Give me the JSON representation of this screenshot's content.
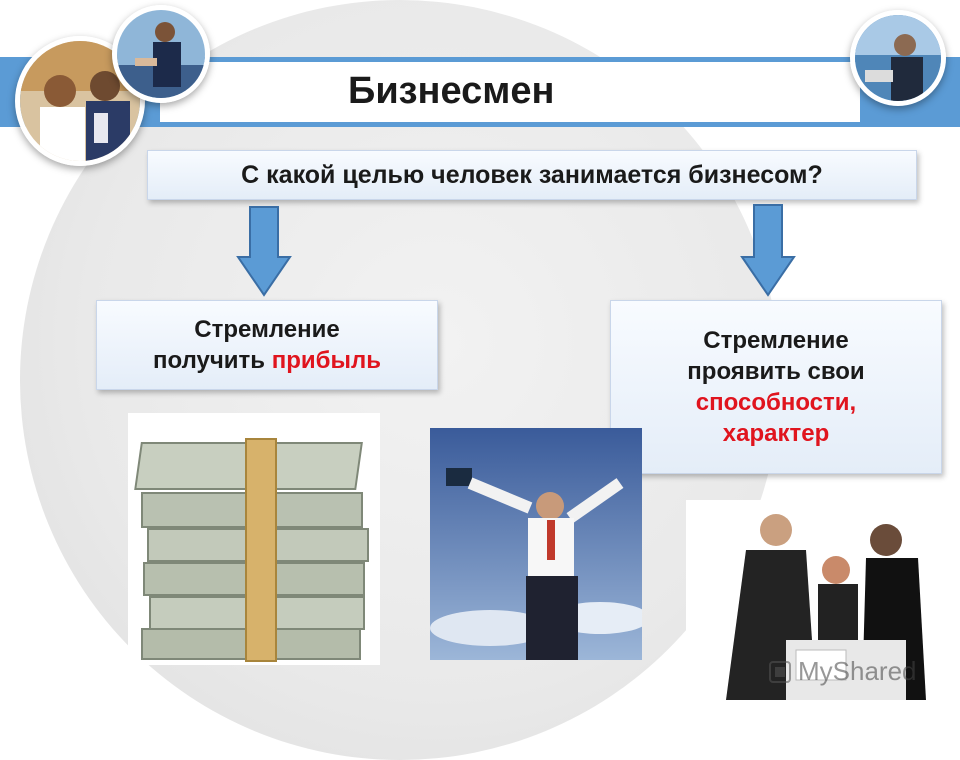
{
  "slide": {
    "title": "Бизнесмен",
    "question": "С какой целью человек занимается бизнесом?",
    "left_goal": {
      "line1": "Стремление",
      "line2_prefix": "получить ",
      "line2_highlight": "прибыль"
    },
    "right_goal": {
      "line1": "Стремление",
      "line2": "проявить свои",
      "line3_highlight": "способности,",
      "line4_highlight": "характер"
    },
    "watermark": "MyShared"
  },
  "colors": {
    "title_band": "#5b9bd5",
    "arrow_fill": "#5b9bd5",
    "highlight": "#e0141e"
  },
  "icons": [
    "down-arrow-icon",
    "down-arrow-icon",
    "watermark-logo-icon"
  ]
}
